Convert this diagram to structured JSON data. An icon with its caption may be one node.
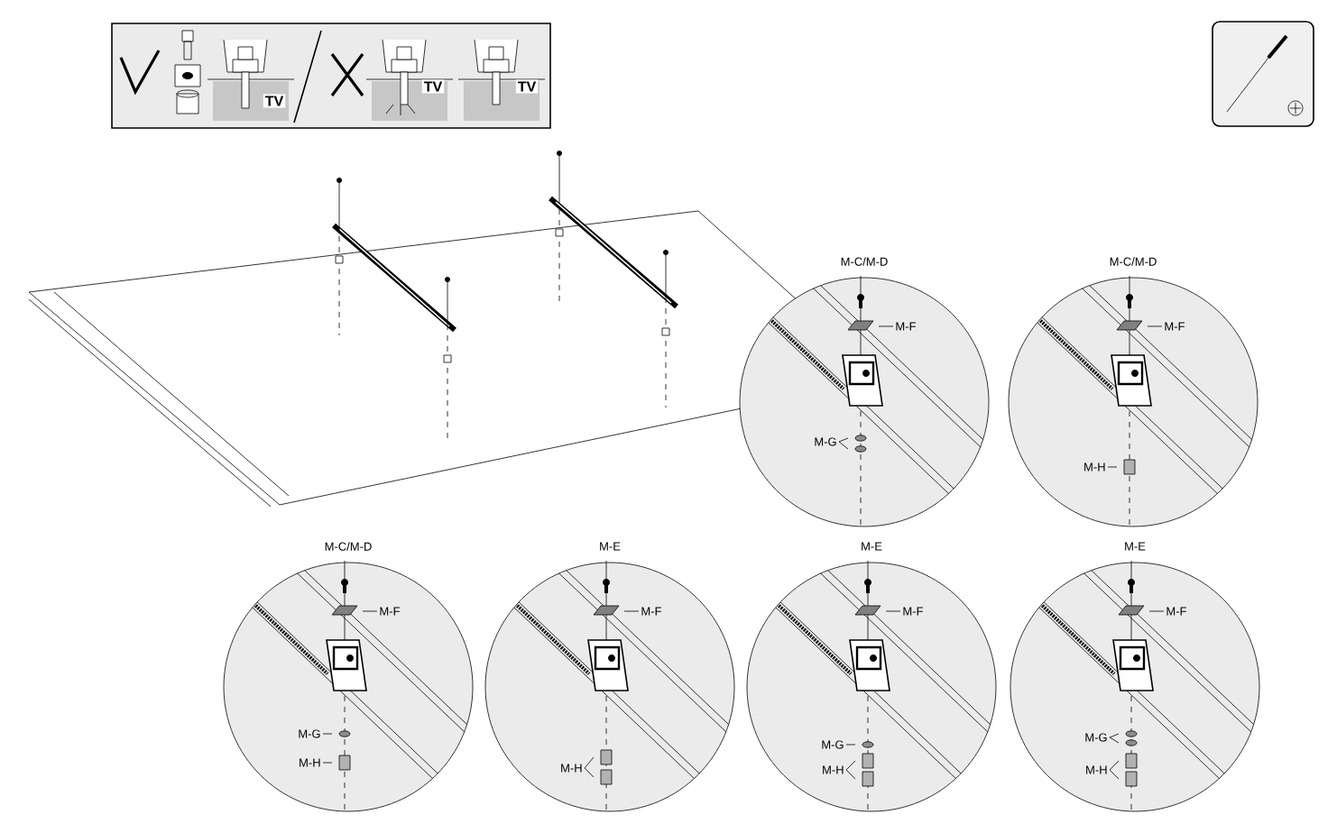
{
  "diagram": {
    "nodes": [
      {
        "text": [
          "M-F"
        ]
      },
      {
        "text": [
          "M-G"
        ]
      },
      {
        "text": [
          "M-F"
        ]
      },
      {
        "text": [
          "M-H"
        ]
      },
      {
        "text": [
          "M-F"
        ]
      },
      {
        "text": [
          "M-G"
        ]
      },
      {
        "text": [
          "M-H"
        ]
      },
      {
        "text": [
          "M-F"
        ]
      },
      {
        "text": [
          "M-H"
        ]
      },
      {
        "text": [
          "M-F"
        ]
      },
      {
        "text": [
          "M-G"
        ]
      },
      {
        "text": [
          "M-H"
        ]
      },
      {
        "text": [
          "M-F"
        ]
      },
      {
        "text": [
          "M-G"
        ]
      },
      {
        "text": [
          "M-H"
        ]
      }
    ],
    "edges": [
      {
        "from": 0,
        "to": null,
        "arrow": "none"
      },
      {
        "from": 1,
        "to": null,
        "arrow": "none"
      },
      {
        "from": 1,
        "to": null,
        "arrow": "none"
      },
      {
        "from": 2,
        "to": null,
        "arrow": "none"
      },
      {
        "from": 3,
        "to": null,
        "arrow": "none"
      },
      {
        "from": 4,
        "to": null,
        "arrow": "none"
      },
      {
        "from": 5,
        "to": null,
        "arrow": "none"
      },
      {
        "from": 6,
        "to": null,
        "arrow": "none"
      },
      {
        "from": 7,
        "to": null,
        "arrow": "none"
      },
      {
        "from": 8,
        "to": null,
        "arrow": "none"
      },
      {
        "from": 8,
        "to": null,
        "arrow": "none"
      },
      {
        "from": 9,
        "to": null,
        "arrow": "none"
      },
      {
        "from": 10,
        "to": null,
        "arrow": "none"
      },
      {
        "from": 11,
        "to": null,
        "arrow": "none"
      },
      {
        "from": 11,
        "to": null,
        "arrow": "none"
      },
      {
        "from": 12,
        "to": null,
        "arrow": "none"
      },
      {
        "from": 13,
        "to": null,
        "arrow": "none"
      },
      {
        "from": 13,
        "to": null,
        "arrow": "none"
      },
      {
        "from": 14,
        "to": null,
        "arrow": "none"
      },
      {
        "from": 14,
        "to": null,
        "arrow": "none"
      }
    ],
    "labels": [
      "TV",
      "TV",
      "TV",
      "M-C/M-D",
      "M-C/M-D",
      "M-C/M-D",
      "M-E",
      "M-E",
      "M-E"
    ]
  }
}
